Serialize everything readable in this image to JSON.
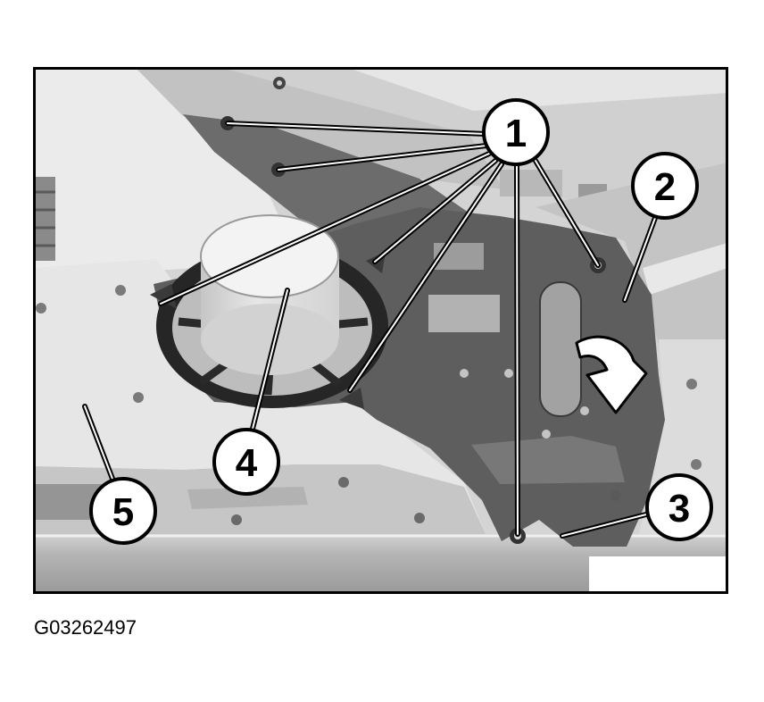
{
  "figure": {
    "code": "G03262497",
    "callouts": [
      "1",
      "2",
      "3",
      "4",
      "5"
    ]
  },
  "colors": {
    "frame": "#000000",
    "callout_fill": "#ffffff",
    "bracket": "#5e5e5e"
  }
}
